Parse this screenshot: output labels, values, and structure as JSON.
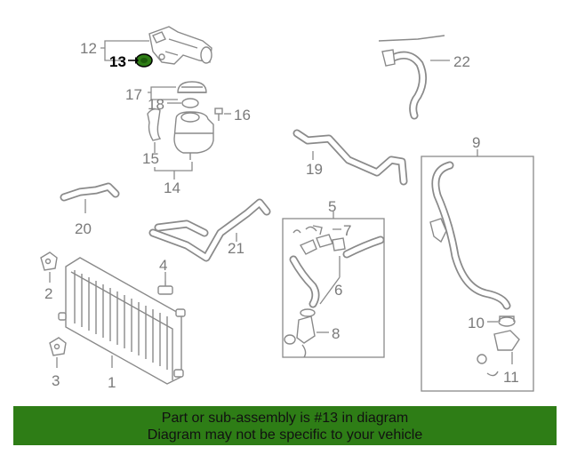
{
  "diagram": {
    "highlight_color": "#2e7d16",
    "highlighted_callout": "13",
    "callouts": {
      "c1": "1",
      "c2": "2",
      "c3": "3",
      "c4": "4",
      "c5": "5",
      "c6": "6",
      "c7": "7",
      "c8": "8",
      "c9": "9",
      "c10": "10",
      "c11": "11",
      "c12": "12",
      "c13": "13",
      "c14": "14",
      "c15": "15",
      "c16": "16",
      "c17": "17",
      "c18": "18",
      "c19": "19",
      "c20": "20",
      "c21": "21",
      "c22": "22"
    }
  },
  "banner": {
    "line1": "Part or sub-assembly is #13 in diagram",
    "line2": "Diagram may not be specific to your vehicle",
    "background": "#2e7d16"
  }
}
